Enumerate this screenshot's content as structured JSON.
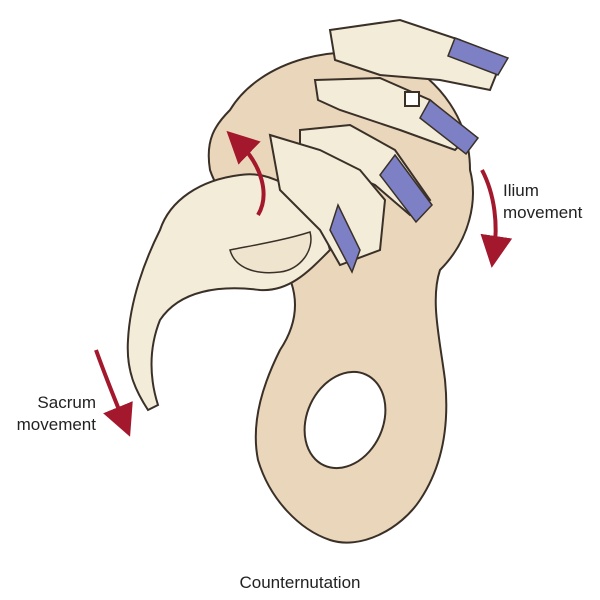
{
  "labels": {
    "ilium_line1": "Ilium",
    "ilium_line2": "movement",
    "sacrum_line1": "Sacrum",
    "sacrum_line2": "movement",
    "caption": "Counternutation"
  },
  "colors": {
    "pelvis": "#e9d6bb",
    "bone": "#f3ecd9",
    "disc": "#7d80c4",
    "arrow": "#a3182c",
    "outline": "#3a3028"
  }
}
